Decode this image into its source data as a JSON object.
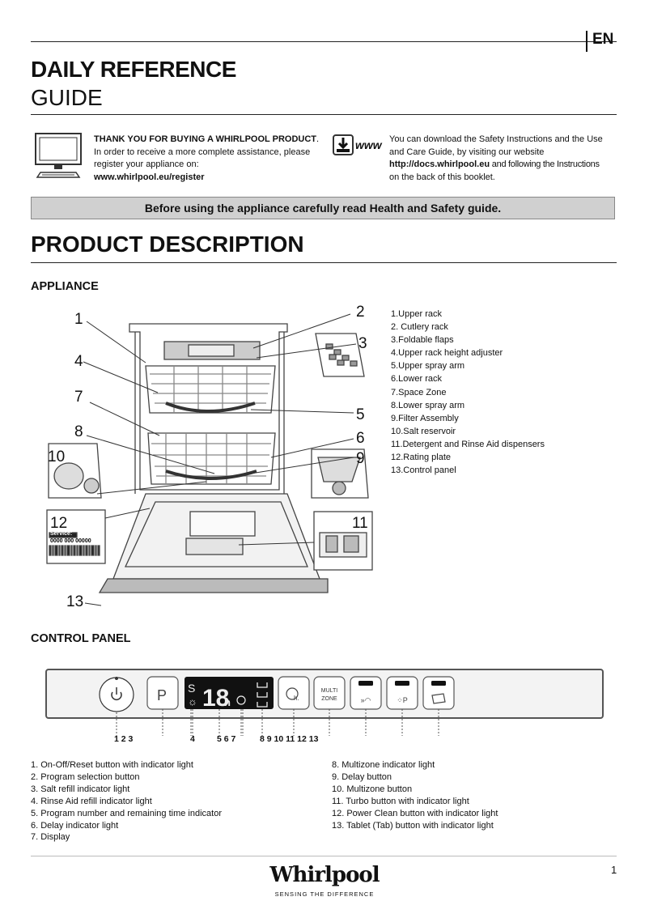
{
  "header": {
    "language": "EN",
    "title_line1": "DAILY REFERENCE",
    "title_line2": "GUIDE"
  },
  "intro_left": {
    "icon": "computer-monitor-icon",
    "bold_line": "THANK YOU FOR BUYING A WHIRLPOOL PRODUCT",
    "bold_suffix": ".",
    "line2": "In order to receive a more complete assistance, please",
    "line3": "register your appliance on:",
    "url": "www.whirlpool.eu/register"
  },
  "intro_right": {
    "icon": "download-www-icon",
    "icon_text": "www",
    "line1": "You can download the Safety Instructions and the Use",
    "line2": "and Care Guide, by visiting our website",
    "url": "http://docs.whirlpool.eu",
    "line3_suffix": " and following the Instructions",
    "line4": "on the back of this booklet."
  },
  "banner": "Before using the appliance carefully read Health and Safety guide.",
  "product_description": {
    "title": "PRODUCT DESCRIPTION",
    "appliance_heading": "APPLIANCE",
    "diagram_labels": [
      "1",
      "2",
      "3",
      "4",
      "5",
      "6",
      "7",
      "8",
      "9",
      "10",
      "11",
      "12",
      "13"
    ],
    "rating_plate_text": "Service:",
    "rating_plate_number": "0000 000 00000",
    "parts": [
      "1.Upper rack",
      "2. Cutlery rack",
      "3.Foldable flaps",
      "4.Upper rack height adjuster",
      "5.Upper spray arm",
      "6.Lower rack",
      "7.Space Zone",
      "8.Lower spray arm",
      "9.Filter Assembly",
      "10.Salt reservoir",
      "11.Detergent and Rinse Aid dispensers",
      "12.Rating plate",
      "13.Control panel"
    ]
  },
  "control_panel": {
    "heading": "CONTROL PANEL",
    "panel": {
      "program_button_text": "P",
      "display_digits": "18",
      "display_unit": "h",
      "salt_symbol": "S",
      "multizone_text_1": "MULTI",
      "multizone_text_2": "ZONE",
      "delay_button_text": "h."
    },
    "callout_numbers": {
      "a": "1 2 3",
      "b": "4",
      "c": "5 6 7",
      "d": "8 9 10 11 12 13"
    },
    "items_left": [
      "1. On-Off/Reset button with indicator light",
      "2. Program selection button",
      "3. Salt refill indicator light",
      "4. Rinse Aid refill indicator light",
      "5. Program number and remaining time indicator",
      "6. Delay indicator light",
      "7. Display"
    ],
    "items_right": [
      "8. Multizone indicator light",
      "9. Delay button",
      "10. Multizone button",
      "11. Turbo button with indicator light",
      "12. Power Clean button with indicator light",
      "13. Tablet (Tab) button with indicator light"
    ]
  },
  "footer": {
    "logo": "Whirlpool",
    "tagline": "SENSING THE DIFFERENCE",
    "page_number": "1"
  }
}
